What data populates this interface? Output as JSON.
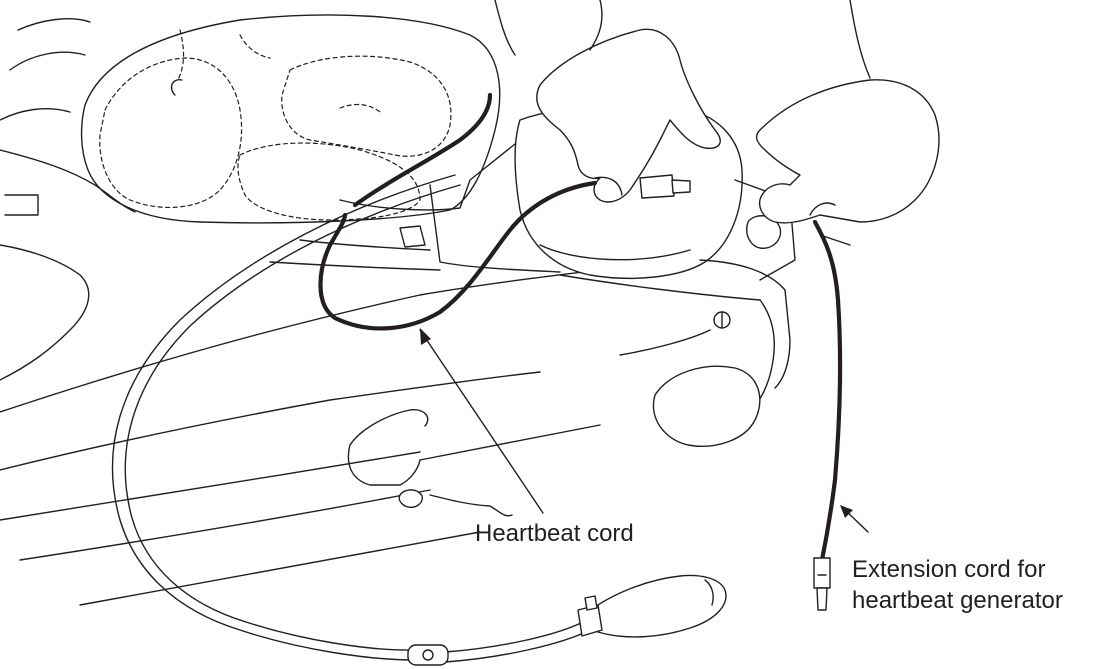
{
  "labels": {
    "heartbeat_cord": "Heartbeat cord",
    "extension_cord_line1": "Extension cord for",
    "extension_cord_line2": "heartbeat generator"
  },
  "colors": {
    "ink": "#231f20",
    "background": "#ffffff"
  }
}
